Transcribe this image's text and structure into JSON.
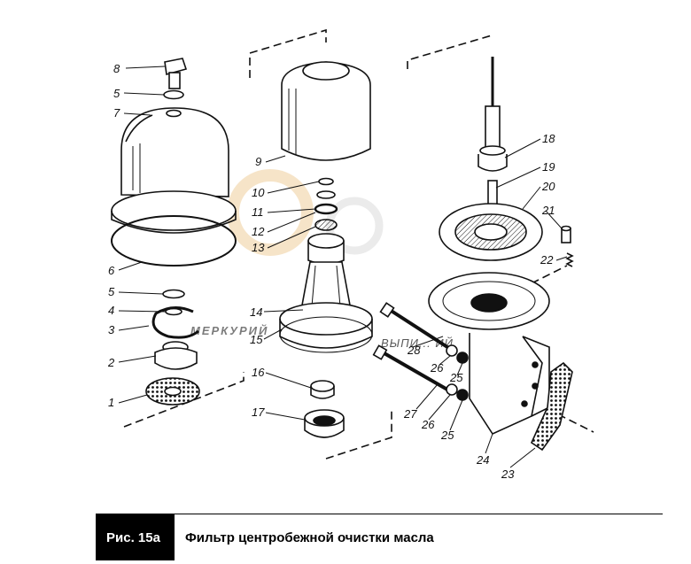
{
  "figure": {
    "tag": "Рис. 15а",
    "title": "Фильтр центробежной очистки масла"
  },
  "watermark": {
    "text": "МЕРКУРИЙ",
    "subtext": "ВЫПИ... ИЙ"
  },
  "callouts": [
    {
      "id": "c8",
      "label": "8"
    },
    {
      "id": "c5a",
      "label": "5"
    },
    {
      "id": "c7",
      "label": "7"
    },
    {
      "id": "c6",
      "label": "6"
    },
    {
      "id": "c5b",
      "label": "5"
    },
    {
      "id": "c4",
      "label": "4"
    },
    {
      "id": "c3",
      "label": "3"
    },
    {
      "id": "c2",
      "label": "2"
    },
    {
      "id": "c1",
      "label": "1"
    },
    {
      "id": "c9",
      "label": "9"
    },
    {
      "id": "c10",
      "label": "10"
    },
    {
      "id": "c11",
      "label": "11"
    },
    {
      "id": "c12",
      "label": "12"
    },
    {
      "id": "c13",
      "label": "13"
    },
    {
      "id": "c14",
      "label": "14"
    },
    {
      "id": "c15",
      "label": "15"
    },
    {
      "id": "c16",
      "label": "16"
    },
    {
      "id": "c17",
      "label": "17"
    },
    {
      "id": "c18",
      "label": "18"
    },
    {
      "id": "c19",
      "label": "19"
    },
    {
      "id": "c20",
      "label": "20"
    },
    {
      "id": "c21",
      "label": "21"
    },
    {
      "id": "c22",
      "label": "22"
    },
    {
      "id": "c28",
      "label": "28"
    },
    {
      "id": "c26a",
      "label": "26"
    },
    {
      "id": "c25a",
      "label": "25"
    },
    {
      "id": "c27",
      "label": "27"
    },
    {
      "id": "c26b",
      "label": "26"
    },
    {
      "id": "c25b",
      "label": "25"
    },
    {
      "id": "c24",
      "label": "24"
    },
    {
      "id": "c23",
      "label": "23"
    }
  ]
}
